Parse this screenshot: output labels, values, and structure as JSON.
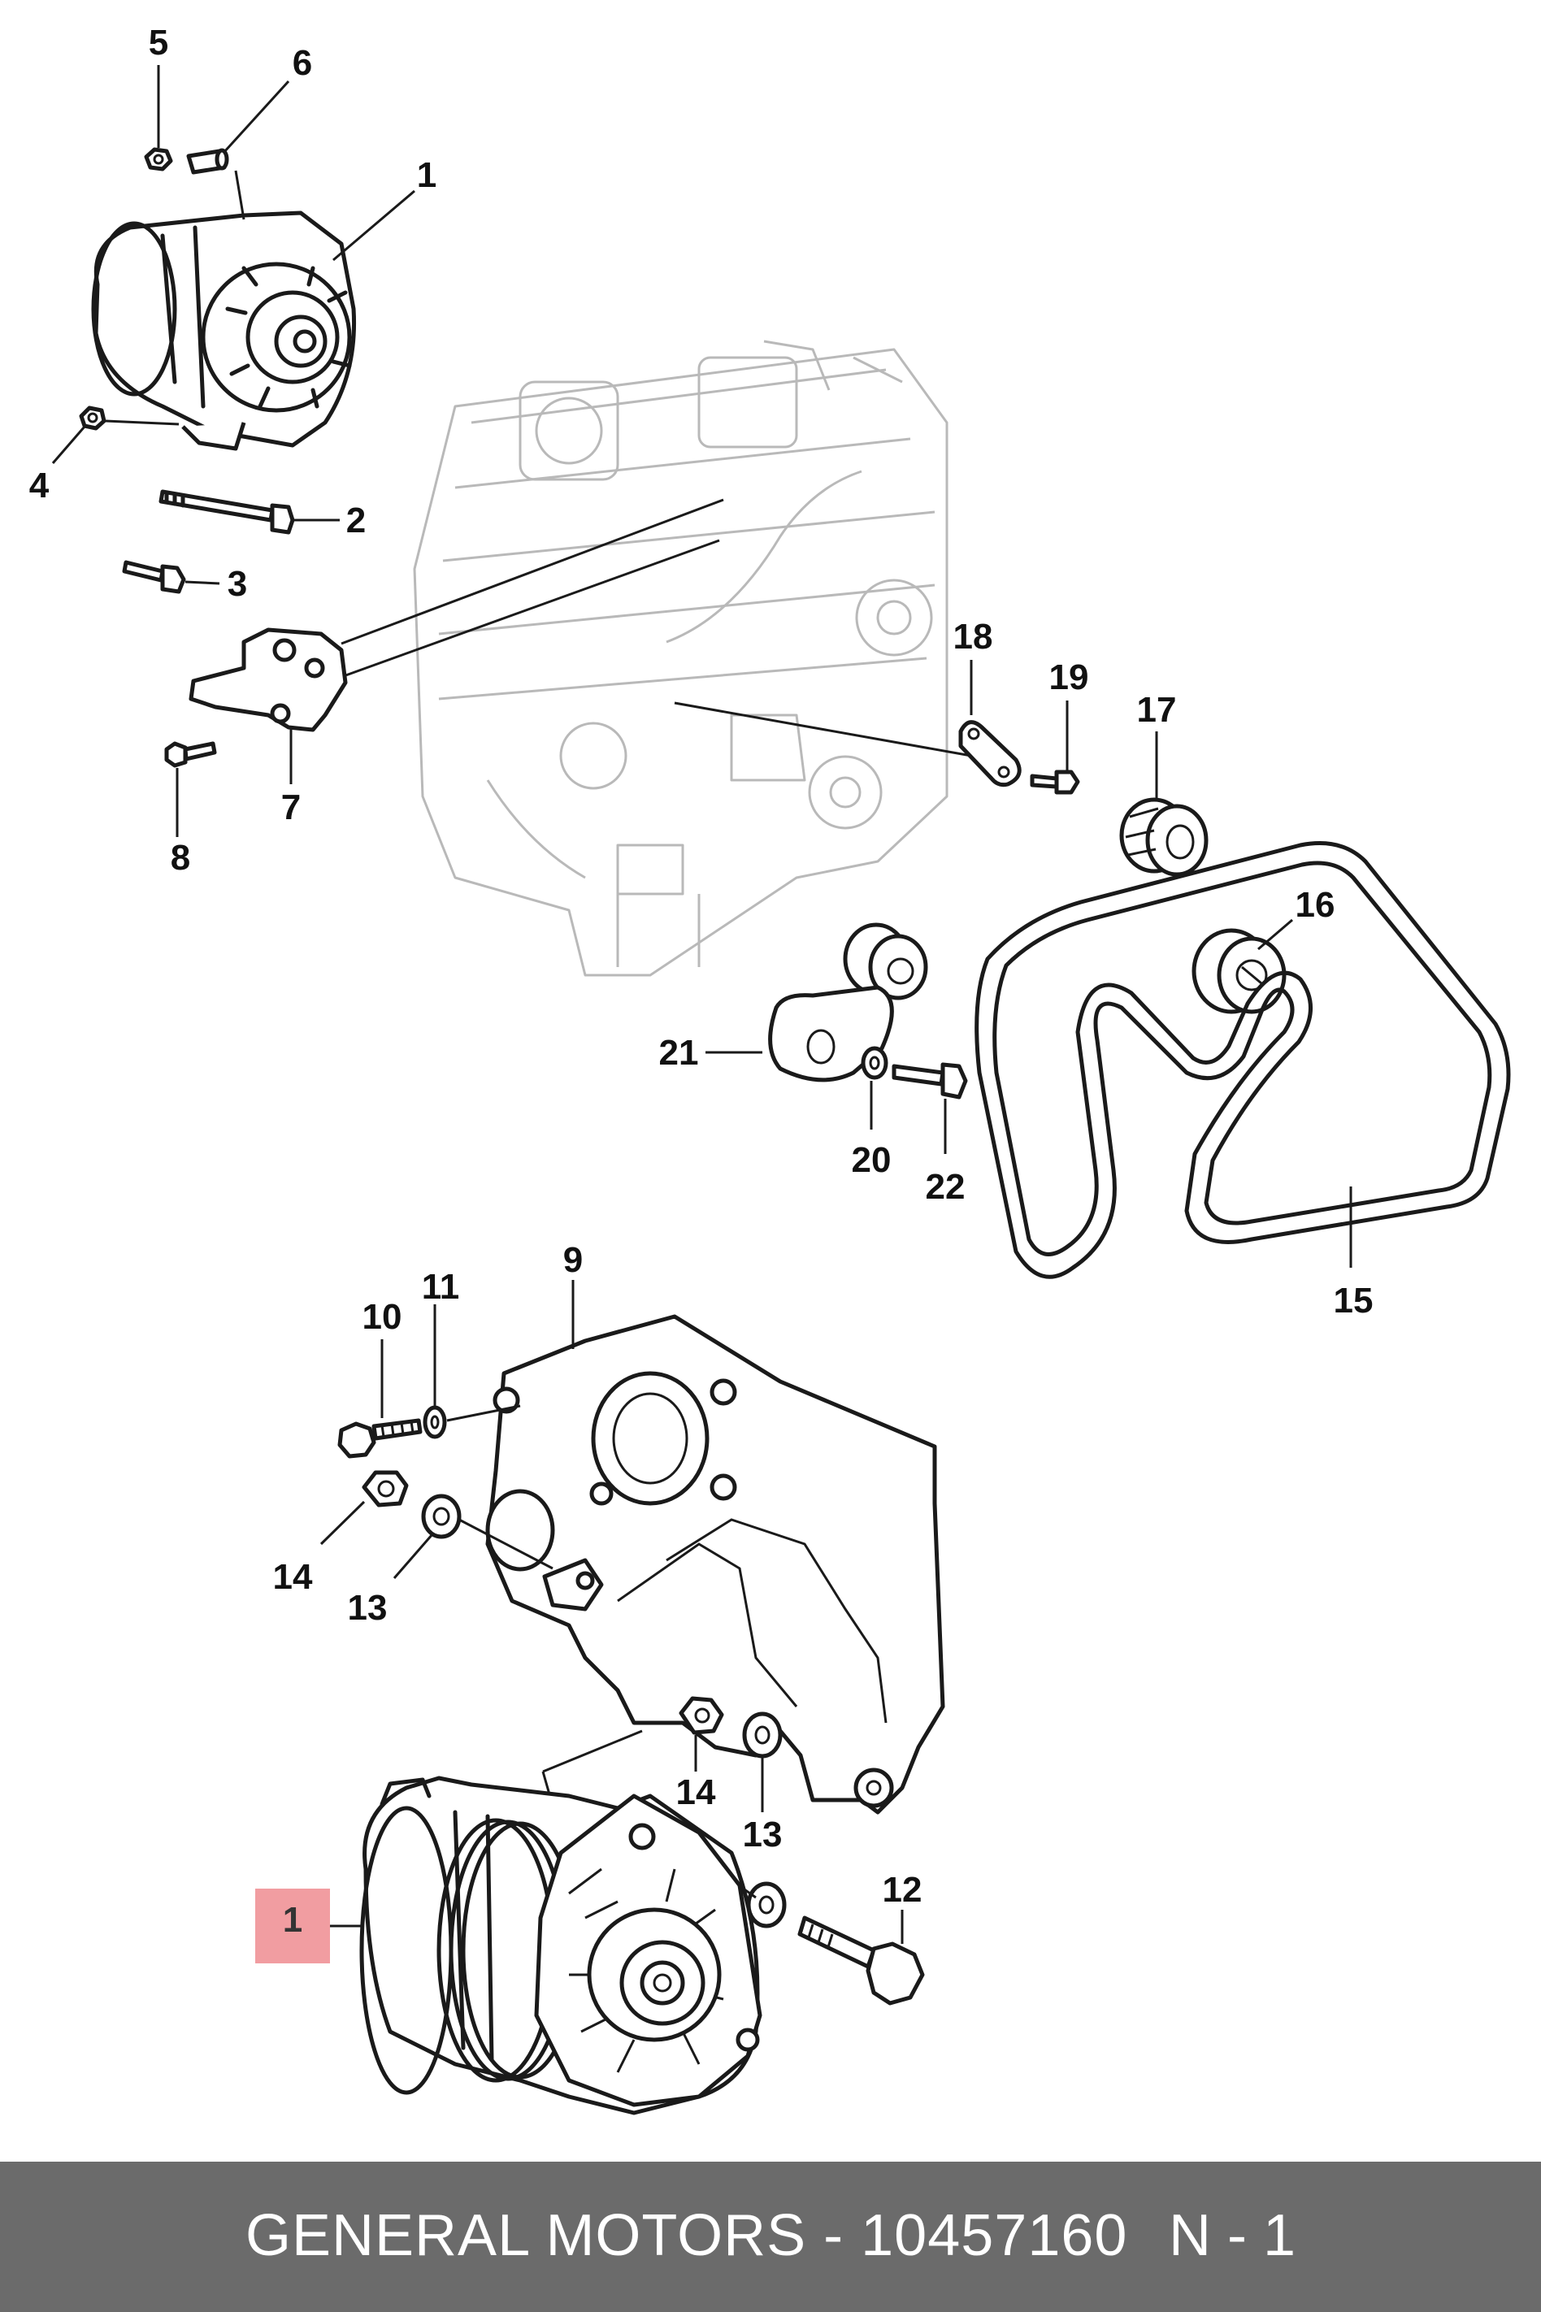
{
  "callouts": [
    {
      "n": "5"
    },
    {
      "n": "6"
    },
    {
      "n": "1"
    },
    {
      "n": "4"
    },
    {
      "n": "2"
    },
    {
      "n": "3"
    },
    {
      "n": "7"
    },
    {
      "n": "8"
    },
    {
      "n": "18"
    },
    {
      "n": "19"
    },
    {
      "n": "17"
    },
    {
      "n": "16"
    },
    {
      "n": "21"
    },
    {
      "n": "20"
    },
    {
      "n": "22"
    },
    {
      "n": "15"
    },
    {
      "n": "9"
    },
    {
      "n": "10"
    },
    {
      "n": "11"
    },
    {
      "n": "14"
    },
    {
      "n": "13"
    },
    {
      "n": "14"
    },
    {
      "n": "13"
    },
    {
      "n": "12"
    }
  ],
  "highlight": {
    "label": "1",
    "color": "#ef8c91"
  },
  "footer": {
    "brand_part": "GENERAL MOTORS - 10457160",
    "quantity": "N - 1",
    "background": "#6b6b6b"
  }
}
